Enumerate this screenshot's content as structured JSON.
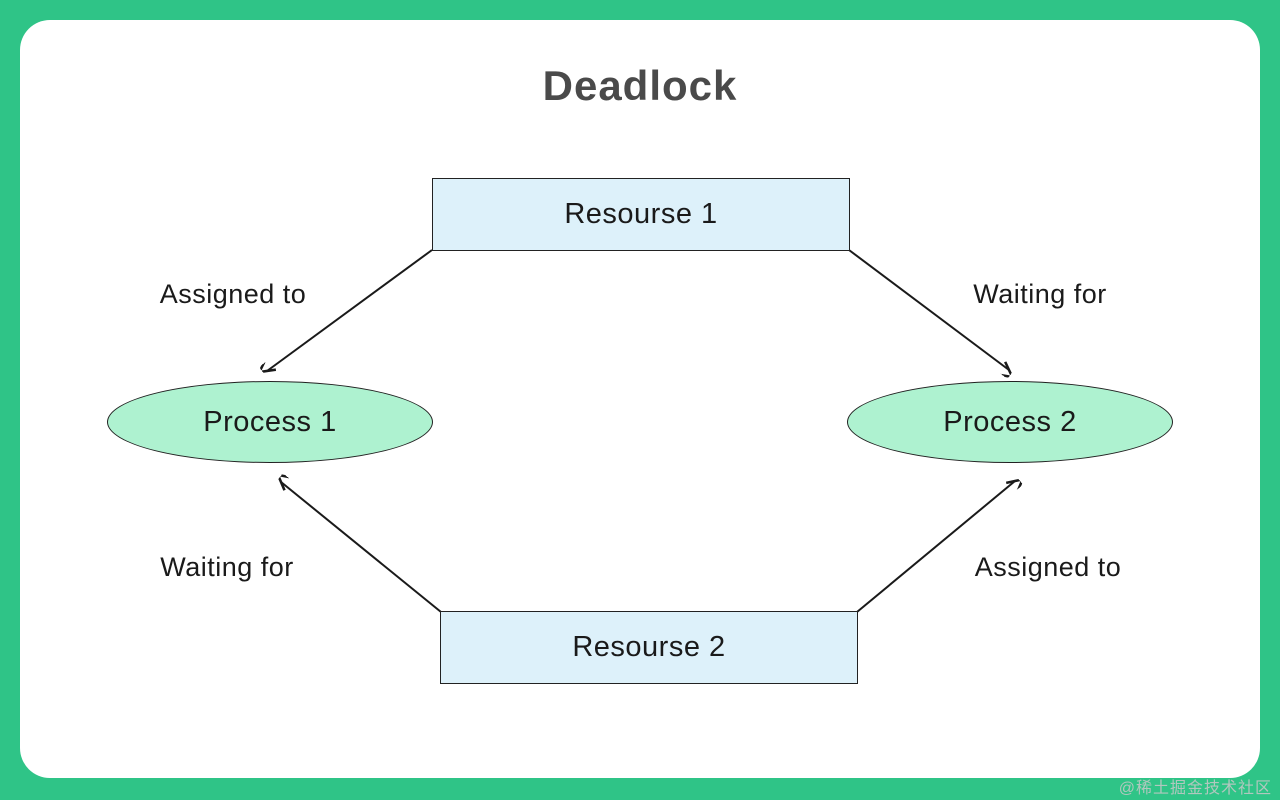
{
  "title": "Deadlock",
  "nodes": {
    "resource1": {
      "label": "Resourse 1",
      "shape": "rectangle"
    },
    "resource2": {
      "label": "Resourse 2",
      "shape": "rectangle"
    },
    "process1": {
      "label": "Process 1",
      "shape": "ellipse"
    },
    "process2": {
      "label": "Process 2",
      "shape": "ellipse"
    }
  },
  "edges": {
    "r1_p1": {
      "label": "Assigned to",
      "from": "resource1",
      "to": "process1"
    },
    "r1_p2": {
      "label": "Waiting for",
      "from": "resource1",
      "to": "process2"
    },
    "r2_p1": {
      "label": "Waiting for",
      "from": "resource2",
      "to": "process1"
    },
    "r2_p2": {
      "label": "Assigned to",
      "from": "resource2",
      "to": "process2"
    }
  },
  "watermark": "@稀土掘金技术社区",
  "colors": {
    "frame_green": "#2fc487",
    "resource_fill": "#ddf1fa",
    "process_fill": "#aef2d0",
    "stroke": "#1a1a1a",
    "title_color": "#4a4a4a"
  }
}
